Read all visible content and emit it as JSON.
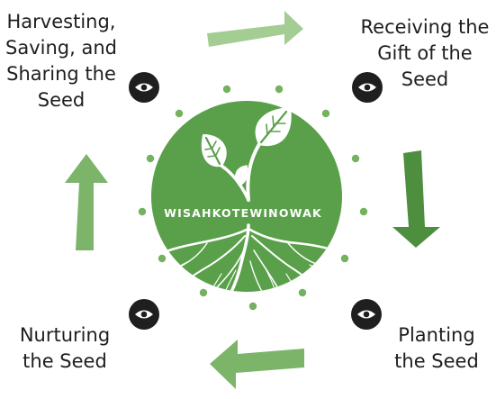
{
  "center": {
    "title": "WISAHKOTEWINOWAK"
  },
  "stages": {
    "harvesting": [
      "Harvesting,",
      "Saving, and",
      "Sharing the",
      "Seed"
    ],
    "receiving": [
      "Receiving the",
      "Gift of the",
      "Seed"
    ],
    "nurturing": [
      "Nurturing",
      "the Seed"
    ],
    "planting": [
      "Planting",
      "the Seed"
    ]
  },
  "icons": {
    "stage_marker": "eye-icon",
    "center_logo": "seedling-leaves-icon"
  },
  "colors": {
    "circle_green": "#5aa04b",
    "arrow_light": "#a3cd93",
    "arrow_mid": "#7cb46a",
    "arrow_dark": "#4d8f3e",
    "dot_green": "#74b25f",
    "eye_badge": "#1f1f1f",
    "label_text": "#1e1e1e"
  }
}
